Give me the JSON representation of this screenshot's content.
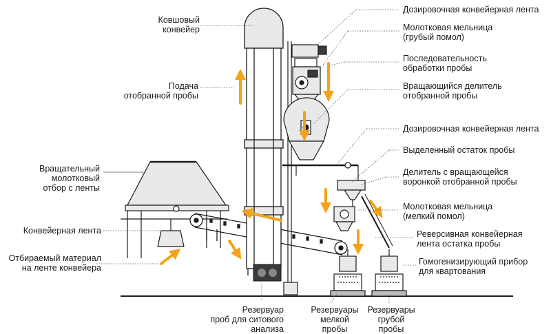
{
  "labels": {
    "bucket_conveyor": [
      "Ковшовый",
      "конвейер"
    ],
    "sample_feed": [
      "Подача",
      "отобранной пробы"
    ],
    "rotary_hammer_sampler": [
      "Вращательный",
      "молотковый",
      "отбор с ленты"
    ],
    "conveyor_belt": [
      "Конвейерная лента"
    ],
    "sampled_material": [
      "Отбираемый материал",
      "на ленте конвейера"
    ],
    "dosing_belt_top": [
      "Дозировочная конвейерная лента"
    ],
    "hammer_mill_coarse": [
      "Молотковая мельница",
      "(грубый помол)"
    ],
    "processing_sequence": [
      "Последовательность",
      "обработки пробы"
    ],
    "rotating_divider": [
      "Вращающийся делитель",
      "отобранной пробы"
    ],
    "dosing_belt_mid": [
      "Дозировочная конвейерная лента"
    ],
    "separated_residue": [
      "Выделенный остаток пробы"
    ],
    "divider_rotating_funnel": [
      "Делитель с вращающейся",
      "воронкой отобранной пробы"
    ],
    "hammer_mill_fine": [
      "Молотковая мельница",
      "(мелкий помол)"
    ],
    "reversing_belt": [
      "Реверсивная конвейерная",
      "лента остатка пробы"
    ],
    "homogenizer": [
      "Гомогенизирующий прибор",
      "для квартования"
    ],
    "sieve_reservoir": [
      "Резервуар",
      "проб для ситового",
      "анализа"
    ],
    "fine_reservoir": [
      "Резервуары",
      "мелкой",
      "пробы"
    ],
    "coarse_reservoir": [
      "Резервуары",
      "грубой",
      "пробы"
    ]
  },
  "colors": {
    "arrow": "#f2a31b",
    "line": "#1a1a1a",
    "fill_light": "#e9e9e9",
    "fill_mid": "#bdbdbd",
    "fill_dark": "#3a3a3a"
  }
}
